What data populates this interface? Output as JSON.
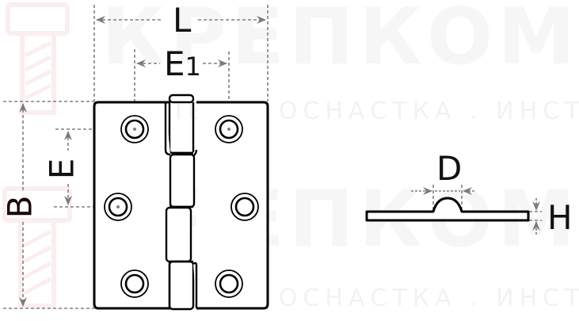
{
  "watermark": {
    "brand": "КРЕПКОМ",
    "tagline": "КРЕПЕЖ . ОСНАСТКА . ИНСТРУМЕНТ",
    "brand_color": "#f6f6f6",
    "logo": "screw-logo-icon",
    "logo_color": "#fbeeee"
  },
  "drawing": {
    "subject": "butt hinge",
    "views": [
      "front-view",
      "side-profile-view"
    ],
    "line_color": "#000000",
    "dimension_line_color": "#808080"
  },
  "dimensions": {
    "L": {
      "label": "L",
      "description": "overall width"
    },
    "E1": {
      "label": "E",
      "subscript": "1",
      "description": "horizontal hole spacing"
    },
    "E": {
      "label": "E",
      "description": "vertical hole spacing"
    },
    "B": {
      "label": "B",
      "description": "overall height"
    },
    "D": {
      "label": "D",
      "description": "knuckle diameter"
    },
    "H": {
      "label": "H",
      "description": "leaf thickness"
    }
  }
}
